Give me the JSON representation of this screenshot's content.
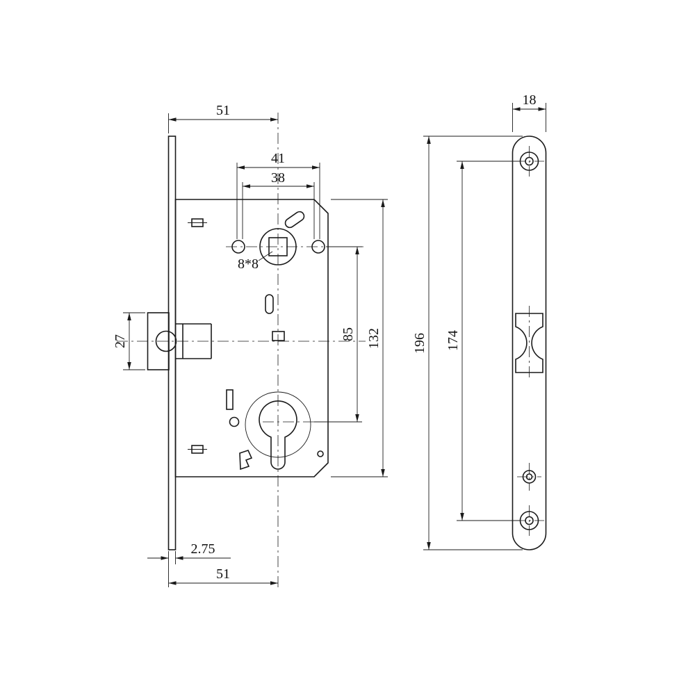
{
  "drawing": {
    "type": "technical-drawing",
    "subject": "mortise lock with faceplate",
    "colors": {
      "line": "#1a1a1a",
      "background": "#ffffff"
    },
    "dims": {
      "backset_top": "51",
      "hole_spacing_outer": "41",
      "hole_spacing_inner": "38",
      "spindle": "8*8",
      "spindle_to_cylinder": "85",
      "body_height": "132",
      "latch_height": "27",
      "faceplate_thickness": "2.75",
      "backset_bottom": "51",
      "plate_width": "18",
      "plate_length": "196",
      "screw_hole_spacing": "174"
    }
  }
}
